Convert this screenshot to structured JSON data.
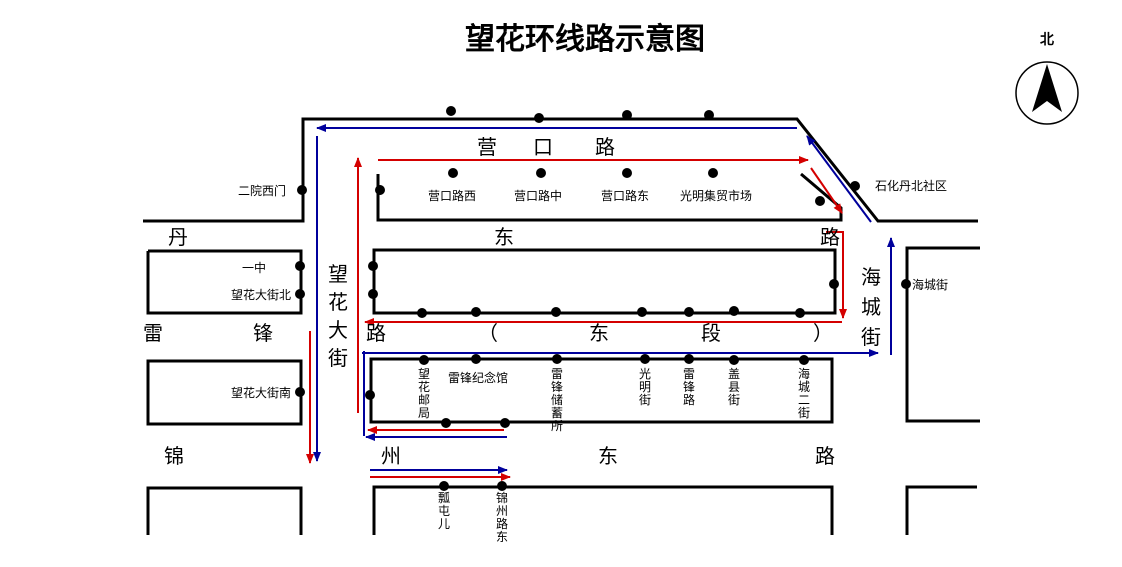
{
  "title": "望花环线路示意图",
  "compass": {
    "label": "北"
  },
  "colors": {
    "outbound": "#d40000",
    "inbound": "#00009c",
    "block": "#000000"
  },
  "roads": {
    "yingkou": [
      "营",
      "口",
      "路"
    ],
    "dandong": [
      "丹",
      "东",
      "路"
    ],
    "leifeng": [
      "雷",
      "锋",
      "路",
      "（",
      "东",
      "段",
      "）"
    ],
    "jinzhou": [
      "锦",
      "州",
      "东",
      "路"
    ],
    "wanghua": [
      "望",
      "花",
      "大",
      "街"
    ],
    "haicheng": [
      "海",
      "城",
      "街"
    ]
  },
  "stops": {
    "erxiyuan": "二院西门",
    "yizhong": "一中",
    "wanghua_north": "望花大街北",
    "wanghua_south": "望花大街南",
    "yingkou_west": "营口路西",
    "yingkou_mid": "营口路中",
    "yingkou_east": "营口路东",
    "guangming_market": "光明集贸市场",
    "shihua": "石化丹北社区",
    "haicheng": "海城街",
    "post": "望花邮局",
    "memorial": "雷锋纪念馆",
    "savings": "雷锋储蓄所",
    "guangming_st": "光明街",
    "leifeng_rd": "雷锋路",
    "gaixian": "盖县街",
    "haicheng2": "海城二街",
    "piaotuner": "瓢屯儿",
    "jinzhou_east": "锦州路东"
  }
}
